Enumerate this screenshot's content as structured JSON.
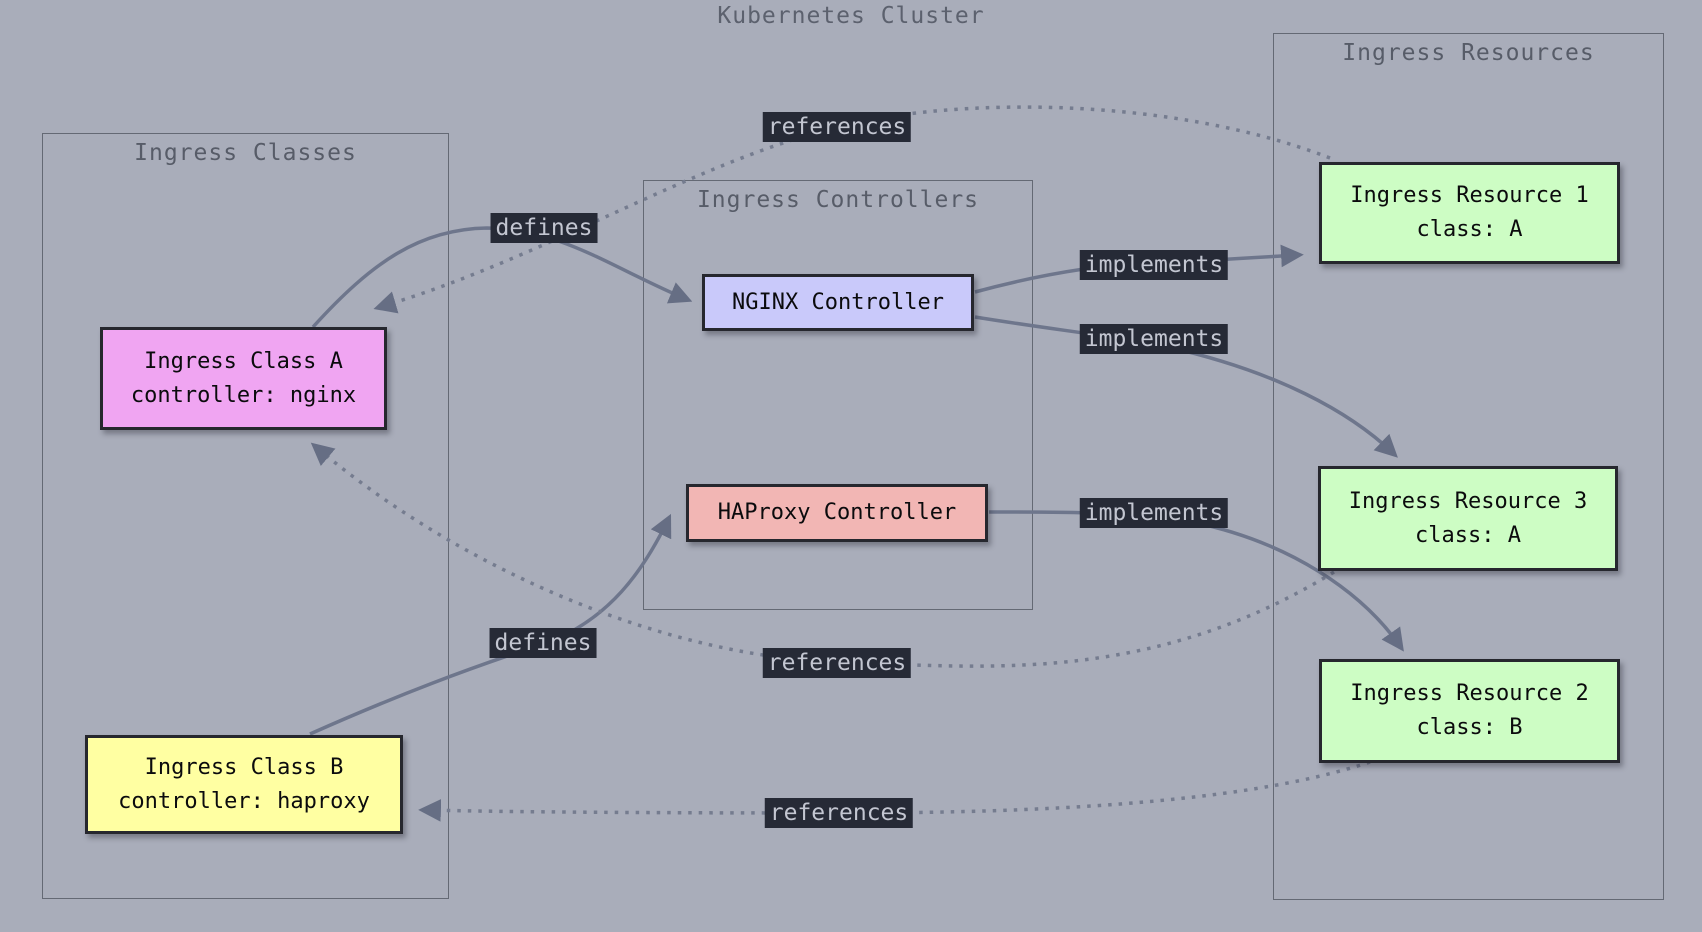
{
  "diagram": {
    "title": "Kubernetes Cluster",
    "subgraphs": {
      "classes": {
        "label": "Ingress Classes"
      },
      "controllers": {
        "label": "Ingress Controllers"
      },
      "resources": {
        "label": "Ingress Resources"
      }
    },
    "nodes": {
      "class_a": {
        "line1": "Ingress Class A",
        "line2": "controller: nginx",
        "fill": "#f0a5f2"
      },
      "class_b": {
        "line1": "Ingress Class B",
        "line2": "controller: haproxy",
        "fill": "#ffffa2"
      },
      "nginx": {
        "label": "NGINX Controller",
        "fill": "#c9c9fa"
      },
      "haproxy": {
        "label": "HAProxy Controller",
        "fill": "#f2b6b4"
      },
      "resource_1": {
        "line1": "Ingress Resource 1",
        "line2": "class: A",
        "fill": "#cdfdc4"
      },
      "resource_3": {
        "line1": "Ingress Resource 3",
        "line2": "class: A",
        "fill": "#cdfdc4"
      },
      "resource_2": {
        "line1": "Ingress Resource 2",
        "line2": "class: B",
        "fill": "#cdfdc4"
      }
    },
    "edges": {
      "defines_a": {
        "label": "defines",
        "style": "solid",
        "from": "class_a",
        "to": "nginx"
      },
      "defines_b": {
        "label": "defines",
        "style": "solid",
        "from": "class_b",
        "to": "haproxy"
      },
      "implements_1": {
        "label": "implements",
        "style": "solid",
        "from": "nginx",
        "to": "resource_1"
      },
      "implements_2": {
        "label": "implements",
        "style": "solid",
        "from": "nginx",
        "to": "resource_3"
      },
      "implements_3": {
        "label": "implements",
        "style": "solid",
        "from": "haproxy",
        "to": "resource_2"
      },
      "references_1": {
        "label": "references",
        "style": "dotted",
        "from": "resource_1",
        "to": "class_a"
      },
      "references_2": {
        "label": "references",
        "style": "dotted",
        "from": "resource_3",
        "to": "class_a"
      },
      "references_3": {
        "label": "references",
        "style": "dotted",
        "from": "resource_2",
        "to": "class_b"
      }
    },
    "colors": {
      "background": "#a9adba",
      "subgraph_border": "#646974",
      "subgraph_label": "#575c68",
      "node_border": "#26272e",
      "edge_solid": "#6e768c",
      "edge_dotted": "#757c8f",
      "edge_label_bg": "#262a36",
      "edge_label_text": "#c3c6d1"
    }
  }
}
